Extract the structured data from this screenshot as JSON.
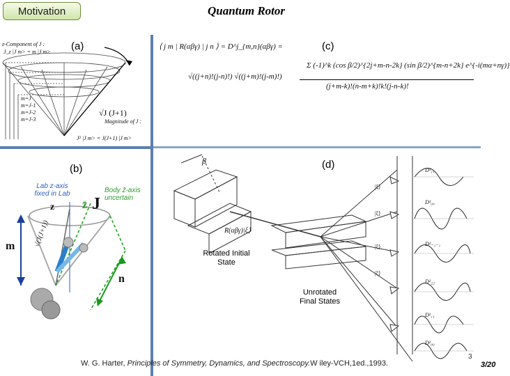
{
  "header": {
    "badge": "Motivation",
    "title": "Quantum Rotor"
  },
  "panels": {
    "a": {
      "label": "(a)",
      "zcomp_heading": "z-Component of J :",
      "zcomp_eq": "J_z |J m> = m |J m>",
      "m_levels": [
        "m=J",
        "m=J-1",
        "m=J-2",
        "m=J-3"
      ],
      "magnitude_sqrt": "√J (J+1)",
      "magnitude_label": "Magnitude of J :",
      "magnitude_eq": "J² |J m> = J(J+1) |J m>"
    },
    "b": {
      "label": "(b)",
      "lab_axis": "Lab z-axis fixed in Lab",
      "body_axis": "Body z̄-axis uncertain",
      "z": "z",
      "zbar": "z̄",
      "J": "J",
      "m": "m",
      "n": "n",
      "sqrt_j": "√(J(J+1))"
    },
    "c": {
      "label": "(c)",
      "lhs": "⟨ j m | R(αβγ) | j n ⟩ = D^j_{m,n}(αβγ) =",
      "sum_term": "Σ (-1)^k (cos β/2)^{2j+m-n-2k} (sin β/2)^{m-n+2k} e^{-i(mα+nγ)}",
      "numerator": "√((j+n)!(j-n)!) √((j+m)!(j-m)!)",
      "denominator": "(j+m-k)!(n-m+k)!k!(j-n-k)!"
    },
    "d": {
      "label": "(d)",
      "beta": "β",
      "rotated": "Rotated Initial State",
      "rotation_op": "R(αβγ)|ξ⟩",
      "unrotated": "Unrotated Final States",
      "kets": [
        "|ξ⟩",
        "|ξ⟩",
        "|ξ⟩",
        "|ξ⟩"
      ],
      "plots": [
        "D¹₁₁",
        "D¹₀₀",
        "D¹₋₁₋₁",
        "D²₂₂",
        "D²₁₁",
        "D²₀₀"
      ]
    }
  },
  "citation": {
    "author": "W. G. Harter,",
    "book": "Principles of Symmetry, Dynamics, and Spectroscopy.",
    "publisher": "W iley-VCH,1ed.,1993."
  },
  "small_number": "3",
  "page": "3/20",
  "colors": {
    "badge_border": "#6a8f3a",
    "divider": "#5e7fae",
    "lab_axis_text": "#2f5fbf",
    "body_axis_text": "#2e9b2e",
    "m_axis": "#1a3f9e",
    "n_axis": "#1a9a1a"
  }
}
